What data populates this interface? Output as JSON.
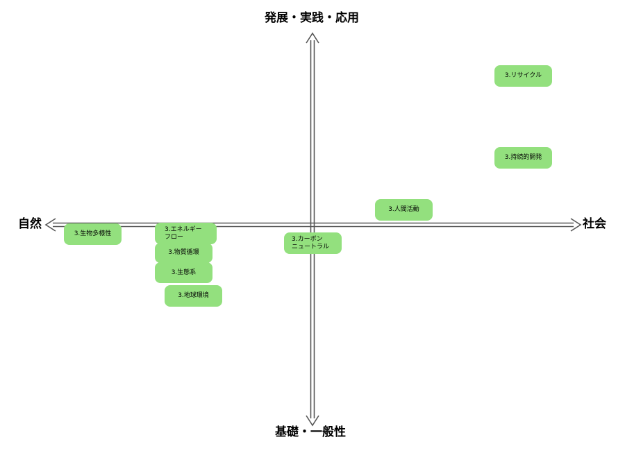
{
  "axes": {
    "top": "発展・実践・応用",
    "bottom": "基礎・一般性",
    "left": "自然",
    "right": "社会"
  },
  "topics": [
    {
      "id": "recycle",
      "label": "3.リサイクル"
    },
    {
      "id": "sustainable",
      "label": "3.持続的開発"
    },
    {
      "id": "human-activity",
      "label": "3.人間活動"
    },
    {
      "id": "biodiversity",
      "label": "3.生物多様性"
    },
    {
      "id": "energy-flow",
      "label": "3.エネルギー\nフロー"
    },
    {
      "id": "carbon-neutral",
      "label": "3.カーボン\nニュートラル"
    },
    {
      "id": "material-cycle",
      "label": "3.物質循環"
    },
    {
      "id": "ecosystem",
      "label": "3.生態系"
    },
    {
      "id": "global-env",
      "label": "3.地球環境"
    }
  ],
  "colors": {
    "topic_fill": "#93e07e",
    "axis_stroke": "#555555"
  }
}
